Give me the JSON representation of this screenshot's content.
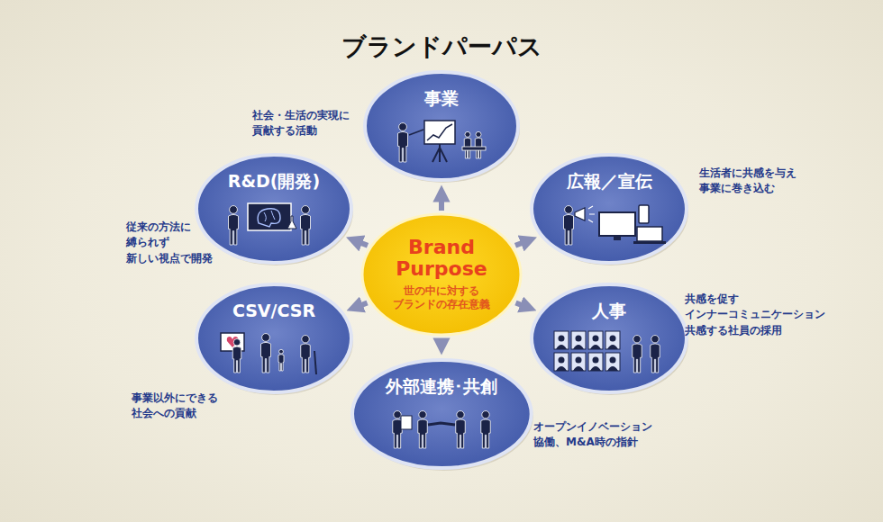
{
  "diagram": {
    "title": "ブランドパーパス",
    "nodes": [
      {
        "text": [
          "Brand Purpose",
          "世の中に対する ブランドの存在意義"
        ]
      },
      {
        "text": [
          "事業"
        ]
      },
      {
        "text": [
          "広報／宣伝"
        ]
      },
      {
        "text": [
          "人事"
        ]
      },
      {
        "text": [
          "外部連携･共創"
        ]
      },
      {
        "text": [
          "CSV/CSR"
        ]
      },
      {
        "text": [
          "R&D(開発)"
        ]
      }
    ],
    "edges": [
      {
        "from": 0,
        "to": 1,
        "arrow": "to"
      },
      {
        "from": 0,
        "to": 2,
        "arrow": "to"
      },
      {
        "from": 0,
        "to": 3,
        "arrow": "to"
      },
      {
        "from": 0,
        "to": 4,
        "arrow": "to"
      },
      {
        "from": 0,
        "to": 5,
        "arrow": "to"
      },
      {
        "from": 0,
        "to": 6,
        "arrow": "to"
      }
    ],
    "labels": [
      "社会・生活の実現に 貢献する活動",
      "生活者に共感を与え 事業に巻き込む",
      "共感を促す インナーコミュニケーション 共感する社員の採用",
      "オープンイノベーション 協働、M&A時の指針",
      "事業以外にできる 社会への貢献",
      "従来の方法に 縛られず 新しい視点で開発"
    ]
  }
}
